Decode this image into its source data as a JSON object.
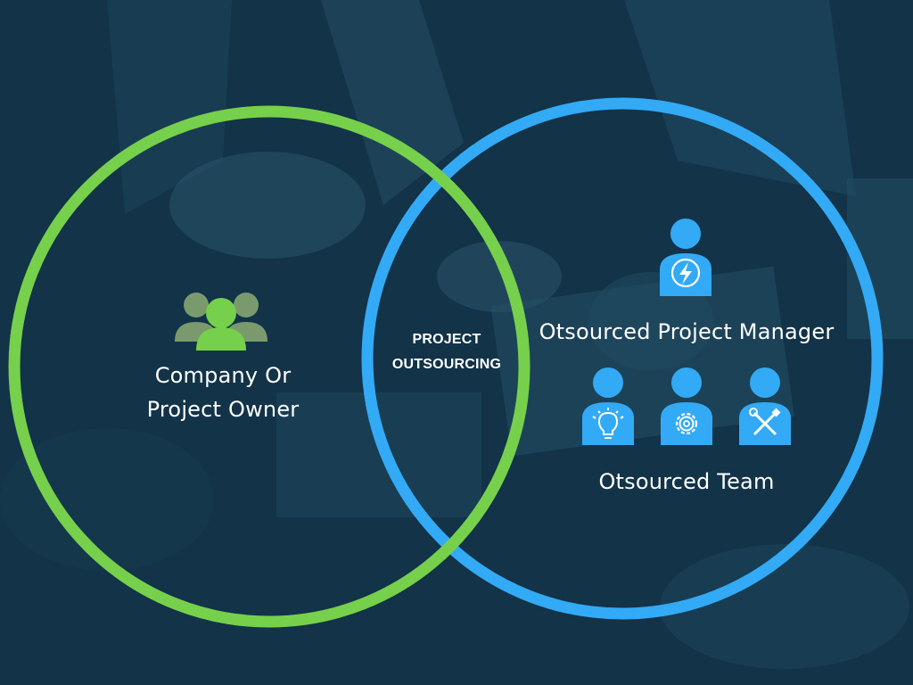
{
  "colors": {
    "background": "#123348",
    "owner_circle": "#76d04b",
    "outsourced_circle": "#33aaf5",
    "owner_icon_front": "#76d04b",
    "owner_icon_back": "#7a9a6e",
    "person_icon": "#33aaf5",
    "label_text": "#ffffff"
  },
  "diagram": {
    "owner": {
      "label_line1": "Company Or",
      "label_line2": "Project Owner",
      "icon": "group-icon"
    },
    "overlap": {
      "label_line1": "PROJECT",
      "label_line2": "OUTSOURCING"
    },
    "outsourced": {
      "manager_label": "Otsourced Project Manager",
      "manager_icon": "manager-lightning-icon",
      "team_label": "Otsourced Team",
      "team_icons": [
        "lightbulb-person-icon",
        "gear-person-icon",
        "tools-person-icon"
      ]
    }
  }
}
